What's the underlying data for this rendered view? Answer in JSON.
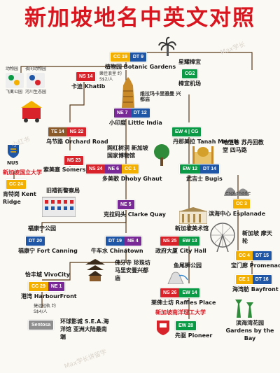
{
  "title": "新加坡地名中英文对照",
  "stations": {
    "botanic": {
      "name": "植物园 Botanic Gardens",
      "codes": [
        "CC 19",
        "DT 9"
      ]
    },
    "changi": {
      "name": "樟宜机场",
      "title": "星耀樟宜",
      "codes": [
        "CG2"
      ]
    },
    "khatib": {
      "name": "卡迪 Khatib",
      "codes": [
        "NS 14"
      ],
      "note": "樂佳浪里 约S$2/人"
    },
    "zoo": {
      "labels": [
        "动物园",
        "夜间动物园",
        "飞禽公园",
        "河川生态园"
      ]
    },
    "little_india": {
      "name": "小印度 Little India",
      "codes": [
        "NE 7",
        "DT 12"
      ],
      "note": "维拉玛卡里雅曼 兴都庙"
    },
    "orchard": {
      "name": "乌节路 Orchard Road",
      "codes": [
        "TE 14",
        "NS 22"
      ]
    },
    "tanah": {
      "name": "丹那美拉 Tanah Merah",
      "codes": [
        "EW 4 | CG"
      ]
    },
    "somerset": {
      "name": "索美塞 Somerset",
      "codes": [
        "NS 23"
      ]
    },
    "museum": {
      "name": "网红树洞 新加坡国家博物馆"
    },
    "mosque": {
      "name": "哈芝巷 苏丹回教堂 四马路"
    },
    "nus": {
      "name": "新加坡国立大学",
      "logo": "NUS"
    },
    "kent": {
      "name": "肯特岗 Kent Ridge",
      "codes": [
        "CC 24"
      ]
    },
    "dhoby": {
      "name": "多美歌 Dhoby Ghaut",
      "codes": [
        "NS 24",
        "NE 6",
        "CC 1"
      ]
    },
    "bugis": {
      "name": "武吉士 Bugis",
      "codes": [
        "EW 12",
        "DT 14"
      ]
    },
    "police": {
      "name": "旧禧街警察局"
    },
    "clarke": {
      "name": "克拉码头 Clarke Quay",
      "codes": [
        "NE 5"
      ]
    },
    "esplanade": {
      "name": "滨海中心 Esplanade",
      "codes": [
        "CC 3"
      ],
      "logo": "esplanade"
    },
    "fortcanning": {
      "name": "福康宁 Fort Canning",
      "codes": [
        "DT 20"
      ],
      "park": "福康宁公园"
    },
    "chinatown": {
      "name": "牛车水 Chinatown",
      "codes": [
        "DT 19",
        "NE 4"
      ]
    },
    "artmuseum": {
      "name": "新加坡美术馆"
    },
    "flyer": {
      "name": "新加坡 摩天轮"
    },
    "cityhall": {
      "name": "政府大厦 City Hall",
      "codes": [
        "NS 25",
        "EW 13"
      ]
    },
    "promenade": {
      "name": "宝门廊 Promenade",
      "codes": [
        "CC 4",
        "DT 15"
      ]
    },
    "temple": {
      "name": "佛牙寺 珍珠坊 马里安曼兴都庙"
    },
    "vivocity": {
      "name": "怡丰城 VivoCity"
    },
    "harbourfront": {
      "name": "港湾 HarbourFront",
      "codes": [
        "CC 29",
        "NE 1"
      ]
    },
    "merlion": {
      "name": "鱼尾狮公园"
    },
    "raffles": {
      "name": "莱佛士坊 Raffles Place",
      "codes": [
        "NS 26",
        "EW 14"
      ]
    },
    "bayfront": {
      "name": "海湾舫 Bayfront",
      "codes": [
        "CE 1",
        "DT 16"
      ]
    },
    "sentosa": {
      "name": "环球影城 S.E.A.海洋馆 亚洲大陆最南端",
      "tag": "Sentosa",
      "note": "捷运轻轨 约S$4/人"
    },
    "ntu": {
      "name": "新加坡南洋理工大学"
    },
    "pioneer": {
      "name": "先驱 Pioneer",
      "codes": [
        "EW 28"
      ]
    },
    "gardensbay": {
      "name": "滨海湾花园 Gardens by the Bay"
    }
  },
  "watermarks": [
    "Max学长",
    "小红书",
    "Max学长讲留学"
  ],
  "colors": {
    "red": "#d8232a",
    "green": "#0a9a46",
    "yellow": "#f4b000",
    "blue": "#1f57a6",
    "purple": "#7a2a96",
    "brown": "#8a5a2b",
    "title": "#d91620"
  }
}
